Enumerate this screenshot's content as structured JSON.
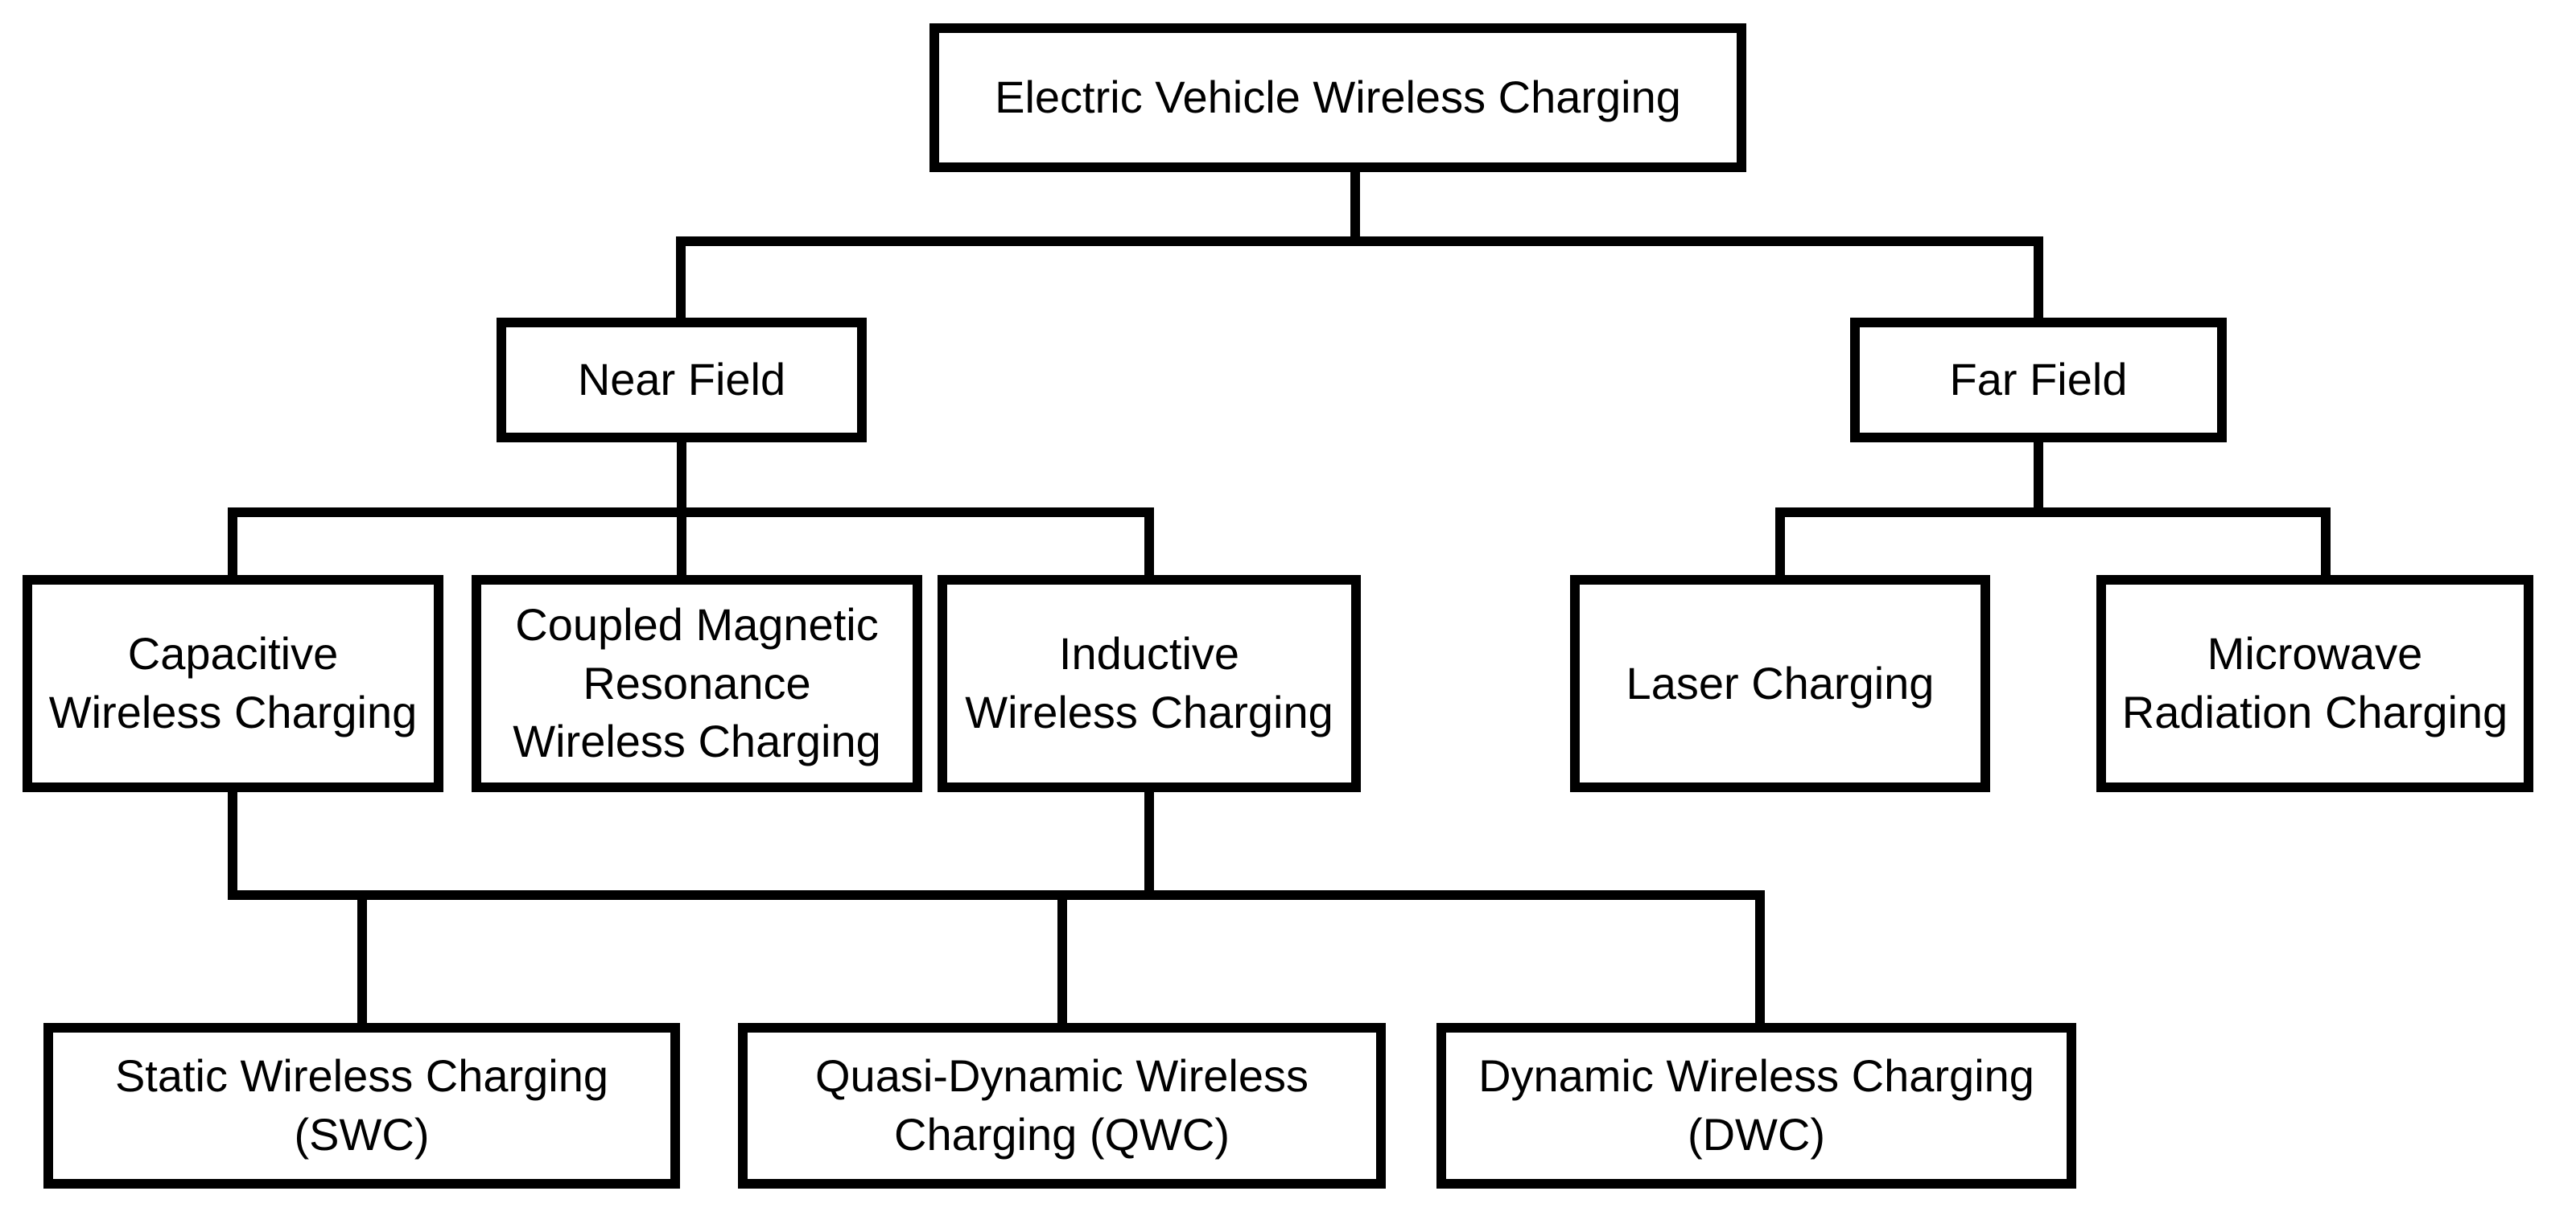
{
  "diagram": {
    "type": "tree",
    "colors": {
      "background": "#ffffff",
      "box_fill": "#ffffff",
      "box_border": "#000000",
      "line": "#000000",
      "text": "#000000"
    },
    "nodes": [
      {
        "id": "root",
        "label": "Electric Vehicle Wireless Charging",
        "parent": null
      },
      {
        "id": "near",
        "label": "Near Field",
        "parent": "root"
      },
      {
        "id": "far",
        "label": "Far Field",
        "parent": "root"
      },
      {
        "id": "capacitive",
        "label": "Capacitive\nWireless Charging",
        "parent": "near"
      },
      {
        "id": "cmr",
        "label": "Coupled Magnetic\nResonance\nWireless Charging",
        "parent": "near"
      },
      {
        "id": "inductive",
        "label": "Inductive\nWireless Charging",
        "parent": "near"
      },
      {
        "id": "laser",
        "label": "Laser Charging",
        "parent": "far"
      },
      {
        "id": "microwave",
        "label": "Microwave\nRadiation Charging",
        "parent": "far"
      },
      {
        "id": "swc",
        "label": "Static Wireless Charging\n(SWC)",
        "parent": "capacitive,inductive"
      },
      {
        "id": "qwc",
        "label": "Quasi-Dynamic Wireless\nCharging (QWC)",
        "parent": "capacitive,inductive"
      },
      {
        "id": "dwc",
        "label": "Dynamic Wireless Charging\n(DWC)",
        "parent": "capacitive,inductive"
      }
    ]
  }
}
